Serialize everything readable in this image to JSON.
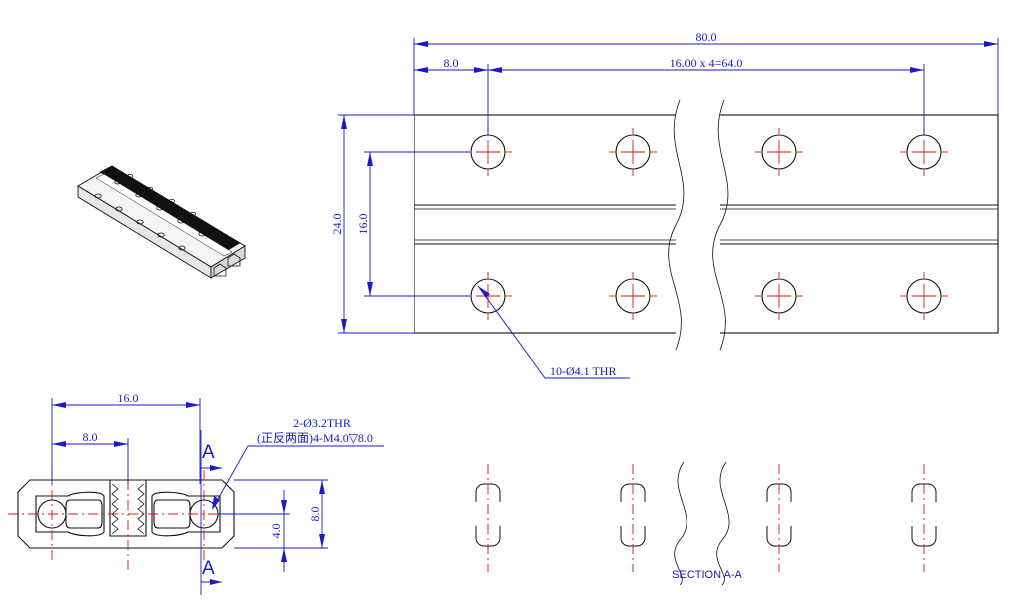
{
  "dimensions": {
    "top_overall": "80.0",
    "top_left_offset": "8.0",
    "top_pitch": "16.00 x 4=64.0",
    "left_height": "24.0",
    "left_inner": "16.0",
    "hole_callout": "10-Ø4.1 THR",
    "end_width": "16.0",
    "end_half": "8.0",
    "end_note_line1": "2-Ø3.2THR",
    "end_note_line2": "(正反两面)4-M4.0▽8.0",
    "end_height": "8.0",
    "end_inner": "4.0"
  },
  "section": {
    "marker_top": "A",
    "marker_bottom": "A",
    "label": "SECTION A-A"
  },
  "colors": {
    "dimension": "#1a1acc",
    "centerline": "#e01010",
    "outline": "#111111"
  }
}
